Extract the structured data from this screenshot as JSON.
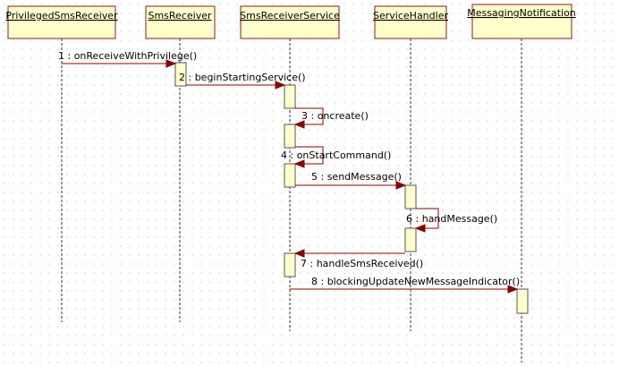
{
  "participants": [
    {
      "id": "p1",
      "name": "PrivilegedSmsReceiver"
    },
    {
      "id": "p2",
      "name": "SmsReceiver"
    },
    {
      "id": "p3",
      "name": "SmsReceiverService"
    },
    {
      "id": "p4",
      "name": "ServiceHandler"
    },
    {
      "id": "p5",
      "name": "MessagingNotification"
    }
  ],
  "messages": [
    {
      "n": "1",
      "label": "1 : onReceiveWithPrivilege()",
      "from": "PrivilegedSmsReceiver",
      "to": "SmsReceiver"
    },
    {
      "n": "2",
      "label": "2 : beginStartingService()",
      "from": "SmsReceiver",
      "to": "SmsReceiverService"
    },
    {
      "n": "3",
      "label": "3 : oncreate()",
      "from": "SmsReceiverService",
      "to": "SmsReceiverService"
    },
    {
      "n": "4",
      "label": "4 : onStartCommand()",
      "from": "SmsReceiverService",
      "to": "SmsReceiverService"
    },
    {
      "n": "5",
      "label": "5 : sendMessage()",
      "from": "SmsReceiverService",
      "to": "ServiceHandler"
    },
    {
      "n": "6",
      "label": "6 : handMessage()",
      "from": "ServiceHandler",
      "to": "ServiceHandler"
    },
    {
      "n": "7",
      "label": "7 : handleSmsReceived()",
      "from": "ServiceHandler",
      "to": "SmsReceiverService"
    },
    {
      "n": "8",
      "label": "8 : blockingUpdateNewMessageIndicator()",
      "from": "SmsReceiverService",
      "to": "MessagingNotification"
    }
  ],
  "colors": {
    "box_fill": "#ffffcc",
    "box_border": "#8b1a1a",
    "message": "#8b0000"
  }
}
